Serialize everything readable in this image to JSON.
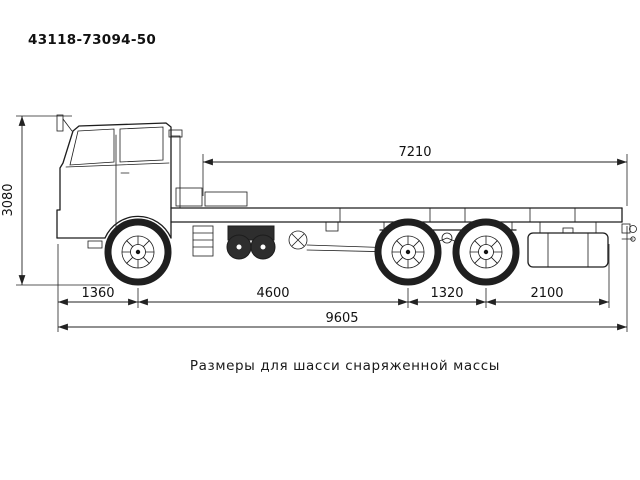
{
  "title": "43118-73094-50",
  "caption": "Размеры для шасси снаряженной массы",
  "dimensions": {
    "height": "3080",
    "frame_usable_length": "7210",
    "front_overhang": "1360",
    "wheelbase": "4600",
    "bogie_base": "1320",
    "rear_section": "2100",
    "overall_length": "9605"
  }
}
